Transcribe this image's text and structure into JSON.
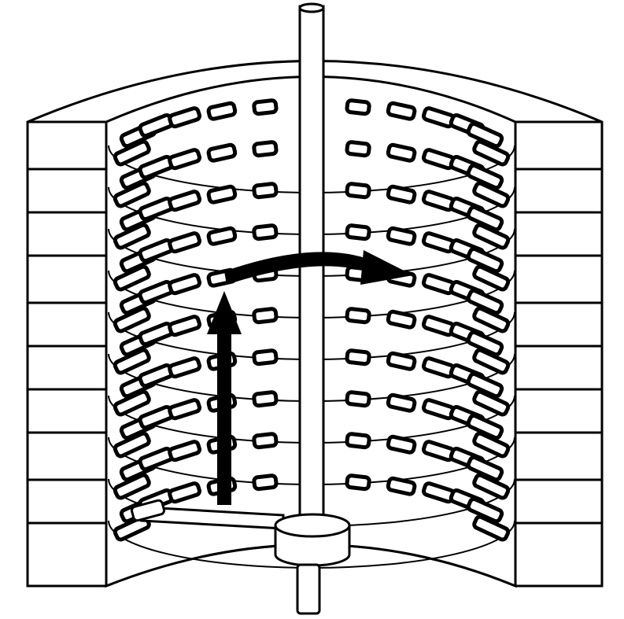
{
  "diagram": {
    "tray_count": 10,
    "paddles_per_tray": 13,
    "colors": {
      "ink": "#000000",
      "paper": "#ffffff"
    },
    "arrows": [
      {
        "name": "upward-flow-arrow",
        "direction": "up"
      },
      {
        "name": "rotation-arrow",
        "direction": "clockwise"
      }
    ]
  }
}
